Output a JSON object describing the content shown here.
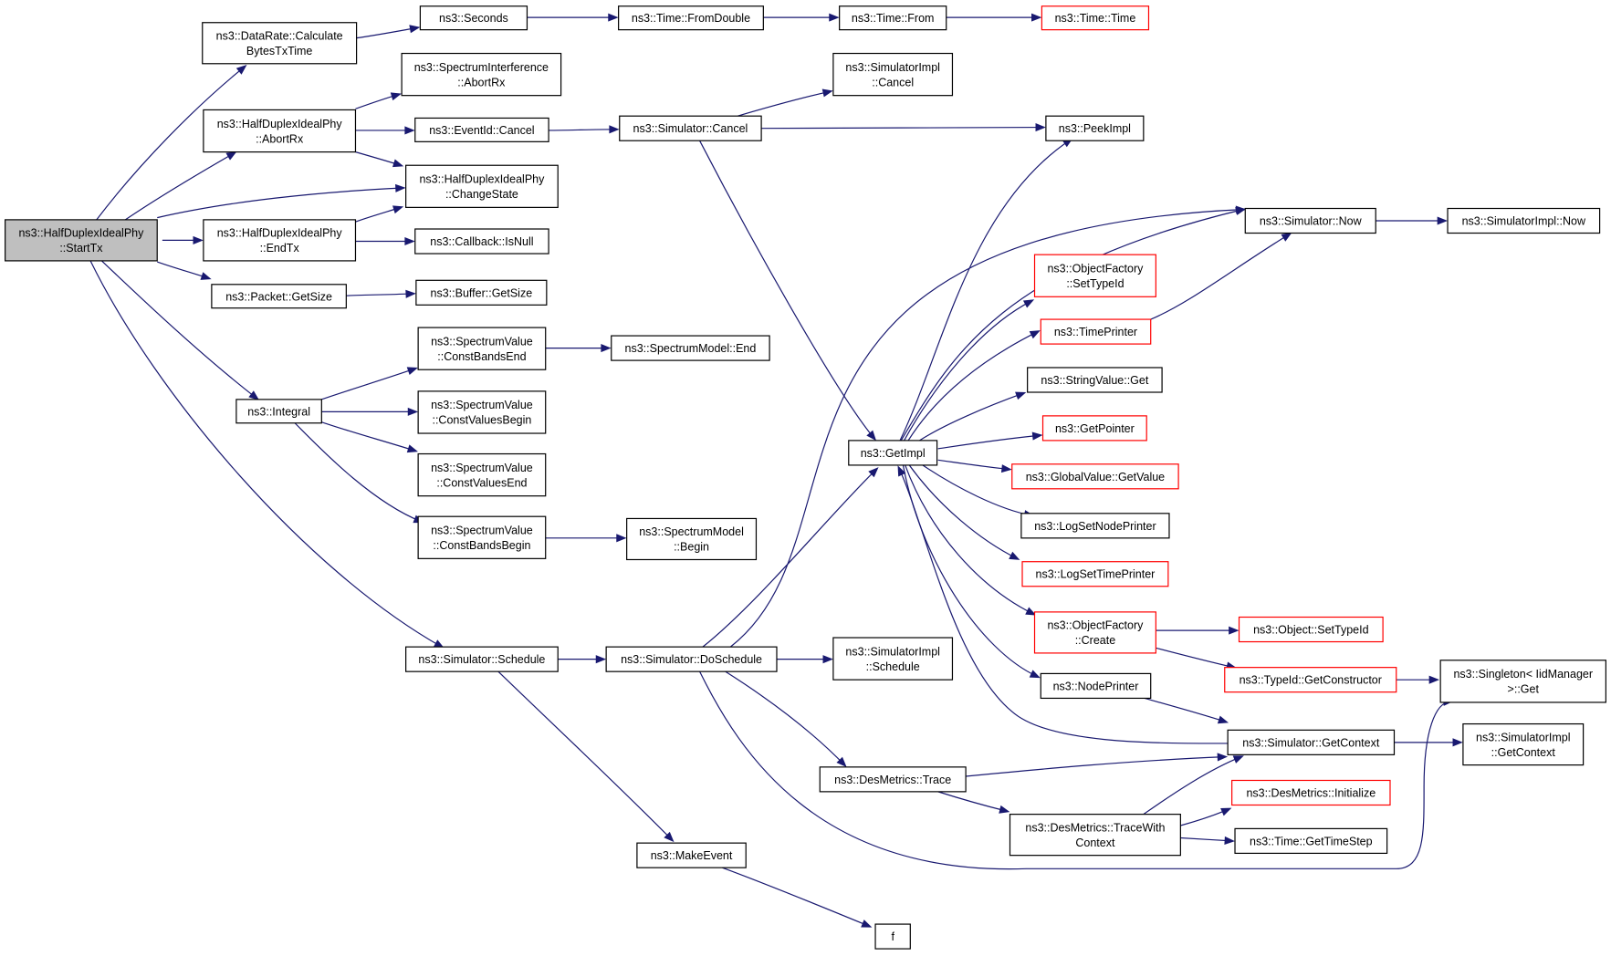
{
  "colors": {
    "edge": "#191970",
    "node_border": "#000000",
    "node_border_truncated": "#ff0000",
    "root_fill": "#bfbfbf",
    "node_fill": "#ffffff"
  },
  "nodes": [
    {
      "id": "starttx",
      "lines": [
        "ns3::HalfDuplexIdealPhy",
        "::StartTx"
      ],
      "style": "root"
    },
    {
      "id": "dr_calc",
      "lines": [
        "ns3::DataRate::Calculate",
        "BytesTxTime"
      ],
      "style": "normal"
    },
    {
      "id": "seconds",
      "lines": [
        "ns3::Seconds"
      ],
      "style": "normal"
    },
    {
      "id": "fromdouble",
      "lines": [
        "ns3::Time::FromDouble"
      ],
      "style": "normal"
    },
    {
      "id": "timefrom",
      "lines": [
        "ns3::Time::From"
      ],
      "style": "normal"
    },
    {
      "id": "timetime",
      "lines": [
        "ns3::Time::Time"
      ],
      "style": "truncated"
    },
    {
      "id": "hdip_abortrx",
      "lines": [
        "ns3::HalfDuplexIdealPhy",
        "::AbortRx"
      ],
      "style": "normal"
    },
    {
      "id": "si_abortrx",
      "lines": [
        "ns3::SpectrumInterference",
        "::AbortRx"
      ],
      "style": "normal"
    },
    {
      "id": "eventid_cancel",
      "lines": [
        "ns3::EventId::Cancel"
      ],
      "style": "normal"
    },
    {
      "id": "sim_cancel",
      "lines": [
        "ns3::Simulator::Cancel"
      ],
      "style": "normal"
    },
    {
      "id": "simimpl_cancel",
      "lines": [
        "ns3::SimulatorImpl",
        "::Cancel"
      ],
      "style": "normal"
    },
    {
      "id": "peekimpl",
      "lines": [
        "ns3::PeekImpl"
      ],
      "style": "normal"
    },
    {
      "id": "changestate",
      "lines": [
        "ns3::HalfDuplexIdealPhy",
        "::ChangeState"
      ],
      "style": "normal"
    },
    {
      "id": "endtx",
      "lines": [
        "ns3::HalfDuplexIdealPhy",
        "::EndTx"
      ],
      "style": "normal"
    },
    {
      "id": "isnull",
      "lines": [
        "ns3::Callback::IsNull"
      ],
      "style": "normal"
    },
    {
      "id": "sim_now",
      "lines": [
        "ns3::Simulator::Now"
      ],
      "style": "normal"
    },
    {
      "id": "simimpl_now",
      "lines": [
        "ns3::SimulatorImpl::Now"
      ],
      "style": "normal"
    },
    {
      "id": "pkt_getsize",
      "lines": [
        "ns3::Packet::GetSize"
      ],
      "style": "normal"
    },
    {
      "id": "buf_getsize",
      "lines": [
        "ns3::Buffer::GetSize"
      ],
      "style": "normal"
    },
    {
      "id": "of_settypeid",
      "lines": [
        "ns3::ObjectFactory",
        "::SetTypeId"
      ],
      "style": "truncated"
    },
    {
      "id": "timeprinter",
      "lines": [
        "ns3::TimePrinter"
      ],
      "style": "truncated"
    },
    {
      "id": "sv_cbe",
      "lines": [
        "ns3::SpectrumValue",
        "::ConstBandsEnd"
      ],
      "style": "normal"
    },
    {
      "id": "sm_end",
      "lines": [
        "ns3::SpectrumModel::End"
      ],
      "style": "normal"
    },
    {
      "id": "stringvalue_get",
      "lines": [
        "ns3::StringValue::Get"
      ],
      "style": "normal"
    },
    {
      "id": "integral",
      "lines": [
        "ns3::Integral"
      ],
      "style": "normal"
    },
    {
      "id": "sv_cvb",
      "lines": [
        "ns3::SpectrumValue",
        "::ConstValuesBegin"
      ],
      "style": "normal"
    },
    {
      "id": "getpointer",
      "lines": [
        "ns3::GetPointer"
      ],
      "style": "truncated"
    },
    {
      "id": "getimpl",
      "lines": [
        "ns3::GetImpl"
      ],
      "style": "normal"
    },
    {
      "id": "gv_getvalue",
      "lines": [
        "ns3::GlobalValue::GetValue"
      ],
      "style": "truncated"
    },
    {
      "id": "sv_cve",
      "lines": [
        "ns3::SpectrumValue",
        "::ConstValuesEnd"
      ],
      "style": "normal"
    },
    {
      "id": "logsetnodeprinter",
      "lines": [
        "ns3::LogSetNodePrinter"
      ],
      "style": "normal"
    },
    {
      "id": "sv_cbb",
      "lines": [
        "ns3::SpectrumValue",
        "::ConstBandsBegin"
      ],
      "style": "normal"
    },
    {
      "id": "sm_begin",
      "lines": [
        "ns3::SpectrumModel",
        "::Begin"
      ],
      "style": "normal"
    },
    {
      "id": "logsettimeprinter",
      "lines": [
        "ns3::LogSetTimePrinter"
      ],
      "style": "truncated"
    },
    {
      "id": "of_create",
      "lines": [
        "ns3::ObjectFactory",
        "::Create"
      ],
      "style": "truncated"
    },
    {
      "id": "obj_settypeid",
      "lines": [
        "ns3::Object::SetTypeId"
      ],
      "style": "truncated"
    },
    {
      "id": "sim_schedule",
      "lines": [
        "ns3::Simulator::Schedule"
      ],
      "style": "normal"
    },
    {
      "id": "sim_doschedule",
      "lines": [
        "ns3::Simulator::DoSchedule"
      ],
      "style": "normal"
    },
    {
      "id": "simimpl_schedule",
      "lines": [
        "ns3::SimulatorImpl",
        "::Schedule"
      ],
      "style": "normal"
    },
    {
      "id": "typeid_getctor",
      "lines": [
        "ns3::TypeId::GetConstructor"
      ],
      "style": "truncated"
    },
    {
      "id": "singleton_get",
      "lines": [
        "ns3::Singleton< IidManager",
        "&gt;::Get"
      ],
      "style": "normal"
    },
    {
      "id": "nodeprinter",
      "lines": [
        "ns3::NodePrinter"
      ],
      "style": "normal"
    },
    {
      "id": "sim_getcontext",
      "lines": [
        "ns3::Simulator::GetContext"
      ],
      "style": "normal"
    },
    {
      "id": "simimpl_getcontext",
      "lines": [
        "ns3::SimulatorImpl",
        "::GetContext"
      ],
      "style": "normal"
    },
    {
      "id": "des_trace",
      "lines": [
        "ns3::DesMetrics::Trace"
      ],
      "style": "normal"
    },
    {
      "id": "des_init",
      "lines": [
        "ns3::DesMetrics::Initialize"
      ],
      "style": "truncated"
    },
    {
      "id": "des_tracewith",
      "lines": [
        "ns3::DesMetrics::TraceWith",
        "Context"
      ],
      "style": "normal"
    },
    {
      "id": "time_gettimestep",
      "lines": [
        "ns3::Time::GetTimeStep"
      ],
      "style": "normal"
    },
    {
      "id": "makeevent",
      "lines": [
        "ns3::MakeEvent"
      ],
      "style": "normal"
    },
    {
      "id": "f",
      "lines": [
        "f"
      ],
      "style": "normal"
    }
  ]
}
